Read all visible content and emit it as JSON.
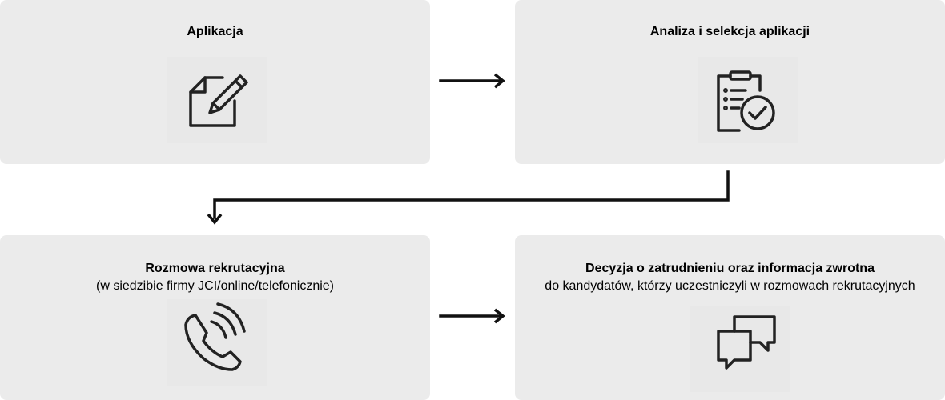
{
  "steps": [
    {
      "title": "Aplikacja",
      "subtitle": "",
      "icon": "document-edit-icon"
    },
    {
      "title": "Analiza i selekcja aplikacji",
      "subtitle": "",
      "icon": "clipboard-check-icon"
    },
    {
      "title": "Rozmowa rekrutacyjna",
      "subtitle": "(w siedzibie firmy JCI/online/telefonicznie)",
      "icon": "phone-icon"
    },
    {
      "title": "Decyzja o zatrudnieniu oraz informacja zwrotna",
      "subtitle": "do kandydatów, którzy uczestniczyli w rozmowach rekrutacyjnych",
      "icon": "chat-bubbles-icon"
    }
  ],
  "colors": {
    "card_background": "#ebebeb",
    "stroke": "#222222"
  }
}
